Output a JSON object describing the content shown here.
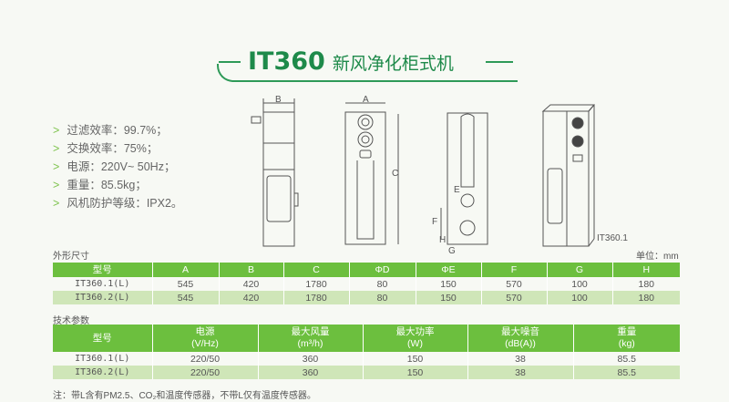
{
  "title": {
    "model": "IT360",
    "name": "新风净化柜式机"
  },
  "features": [
    "过滤效率：99.7%；",
    "交换效率：75%；",
    "电源：220V~ 50Hz；",
    "重量：85.5kg；",
    "风机防护等级：IPX2。"
  ],
  "drawings": {
    "labels": {
      "a": "A",
      "b": "B",
      "c": "C",
      "e": "E",
      "f": "F",
      "g": "G",
      "h": "H"
    },
    "caption": "IT360.1"
  },
  "dimensions": {
    "section_title": "外形尺寸",
    "unit": "单位：mm",
    "headers": [
      "型号",
      "A",
      "B",
      "C",
      "ΦD",
      "ΦE",
      "F",
      "G",
      "H"
    ],
    "rows": [
      [
        "IT360.1(L)",
        "545",
        "420",
        "1780",
        "80",
        "150",
        "570",
        "100",
        "180"
      ],
      [
        "IT360.2(L)",
        "545",
        "420",
        "1780",
        "80",
        "150",
        "570",
        "100",
        "180"
      ]
    ]
  },
  "specs": {
    "section_title": "技术参数",
    "headers": [
      [
        "型号",
        ""
      ],
      [
        "电源",
        "(V/Hz)"
      ],
      [
        "最大风量",
        "(m³/h)"
      ],
      [
        "最大功率",
        "(W)"
      ],
      [
        "最大噪音",
        "(dB(A))"
      ],
      [
        "重量",
        "(kg)"
      ]
    ],
    "rows": [
      [
        "IT360.1(L)",
        "220/50",
        "360",
        "150",
        "38",
        "85.5"
      ],
      [
        "IT360.2(L)",
        "220/50",
        "360",
        "150",
        "38",
        "85.5"
      ]
    ]
  },
  "note": "注：带L含有PM2.5、CO₂和温度传感器，不带L仅有温度传感器。",
  "colors": {
    "header_green": "#6cbf3e",
    "alt_row": "#cfe6b8",
    "title_green": "#1e8a4a"
  }
}
